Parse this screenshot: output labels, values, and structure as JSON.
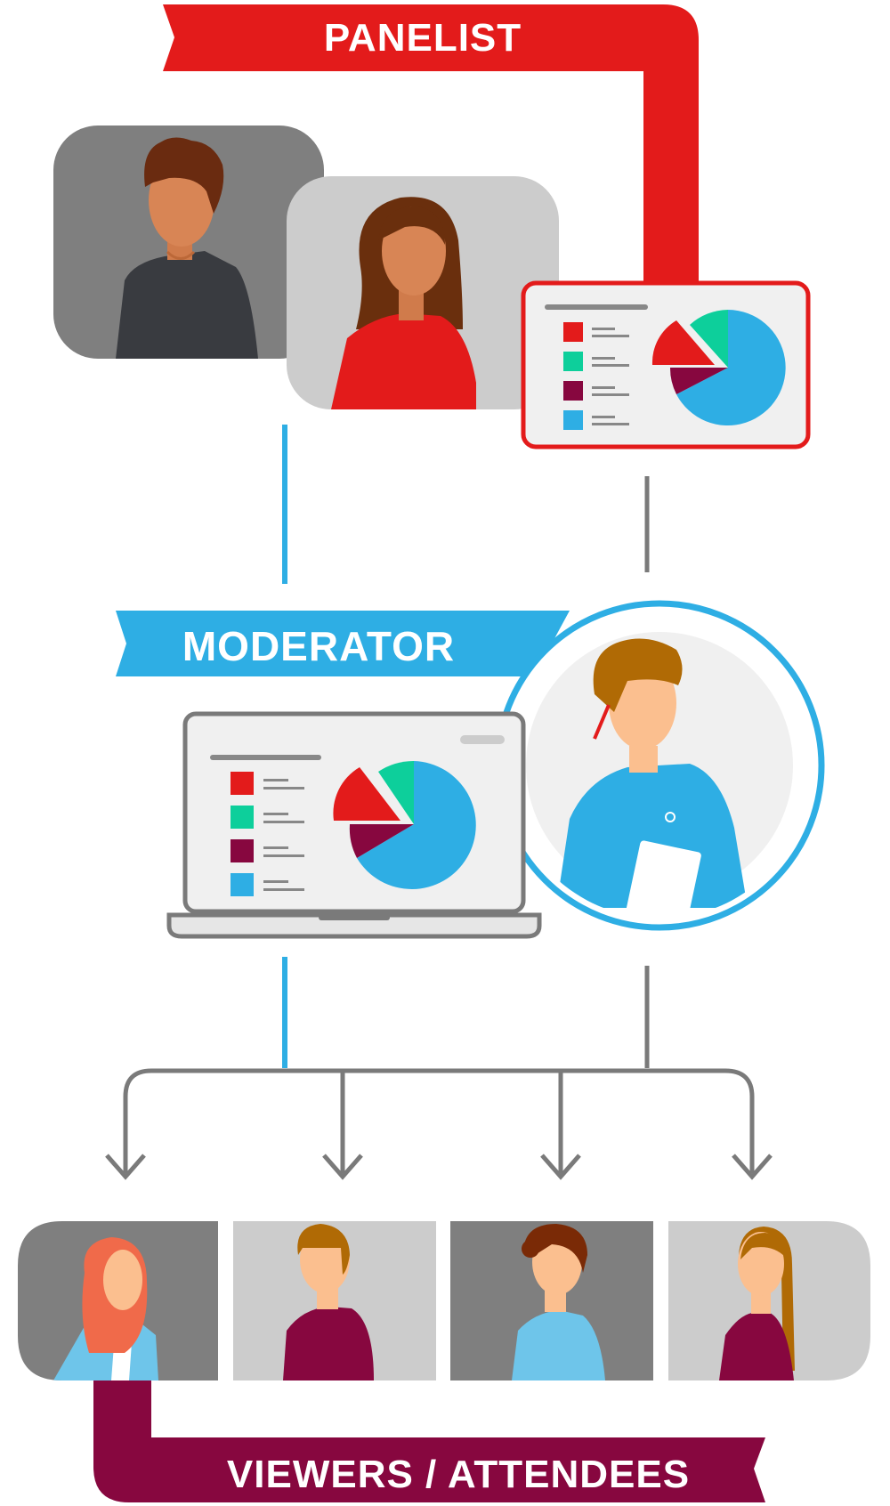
{
  "labels": {
    "panelist": "PANELIST",
    "moderator": "MODERATOR",
    "viewers": "VIEWERS / ATTENDEES"
  },
  "colors": {
    "panelist_red": "#e31b1b",
    "moderator_blue": "#2eaee4",
    "viewers_maroon": "#87073f",
    "teal": "#0dcf9b",
    "connector_gray": "#7a7a7a",
    "dark_gray_bg": "#7f7f7f",
    "light_gray_bg": "#cccccc"
  },
  "icons": [
    "panelist-man-avatar",
    "panelist-woman-avatar",
    "pie-chart-icon",
    "moderator-avatar",
    "laptop-icon",
    "arrow-down-icon",
    "viewer-avatar"
  ]
}
